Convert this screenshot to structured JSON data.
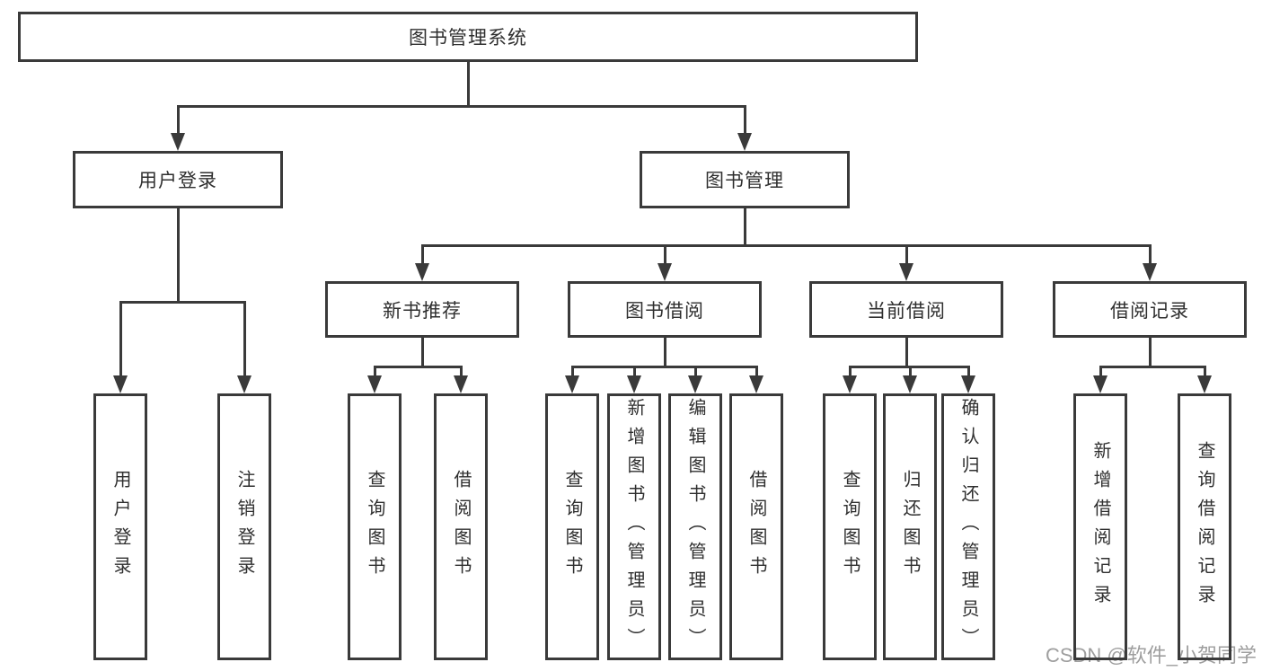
{
  "diagram": {
    "root": {
      "label": "图书管理系统"
    },
    "branches": [
      {
        "label": "用户登录",
        "children": [
          {
            "label": "用户登录"
          },
          {
            "label": "注销登录"
          }
        ]
      },
      {
        "label": "图书管理",
        "children": [
          {
            "label": "新书推荐",
            "children": [
              {
                "label": "查询图书"
              },
              {
                "label": "借阅图书"
              }
            ]
          },
          {
            "label": "图书借阅",
            "children": [
              {
                "label": "查询图书"
              },
              {
                "label": "新增图书（管理员）"
              },
              {
                "label": "编辑图书（管理员）"
              },
              {
                "label": "借阅图书"
              }
            ]
          },
          {
            "label": "当前借阅",
            "children": [
              {
                "label": "查询图书"
              },
              {
                "label": "归还图书"
              },
              {
                "label": "确认归还（管理员）"
              }
            ]
          },
          {
            "label": "借阅记录",
            "children": [
              {
                "label": "新增借阅记录"
              },
              {
                "label": "查询借阅记录"
              }
            ]
          }
        ]
      }
    ]
  },
  "watermark": {
    "text": "CSDN @软件_小贺同学"
  },
  "colors": {
    "line": "#3a3a3a",
    "text": "#2f2f2f",
    "background": "#ffffff",
    "watermark": "#9e9e9e"
  }
}
